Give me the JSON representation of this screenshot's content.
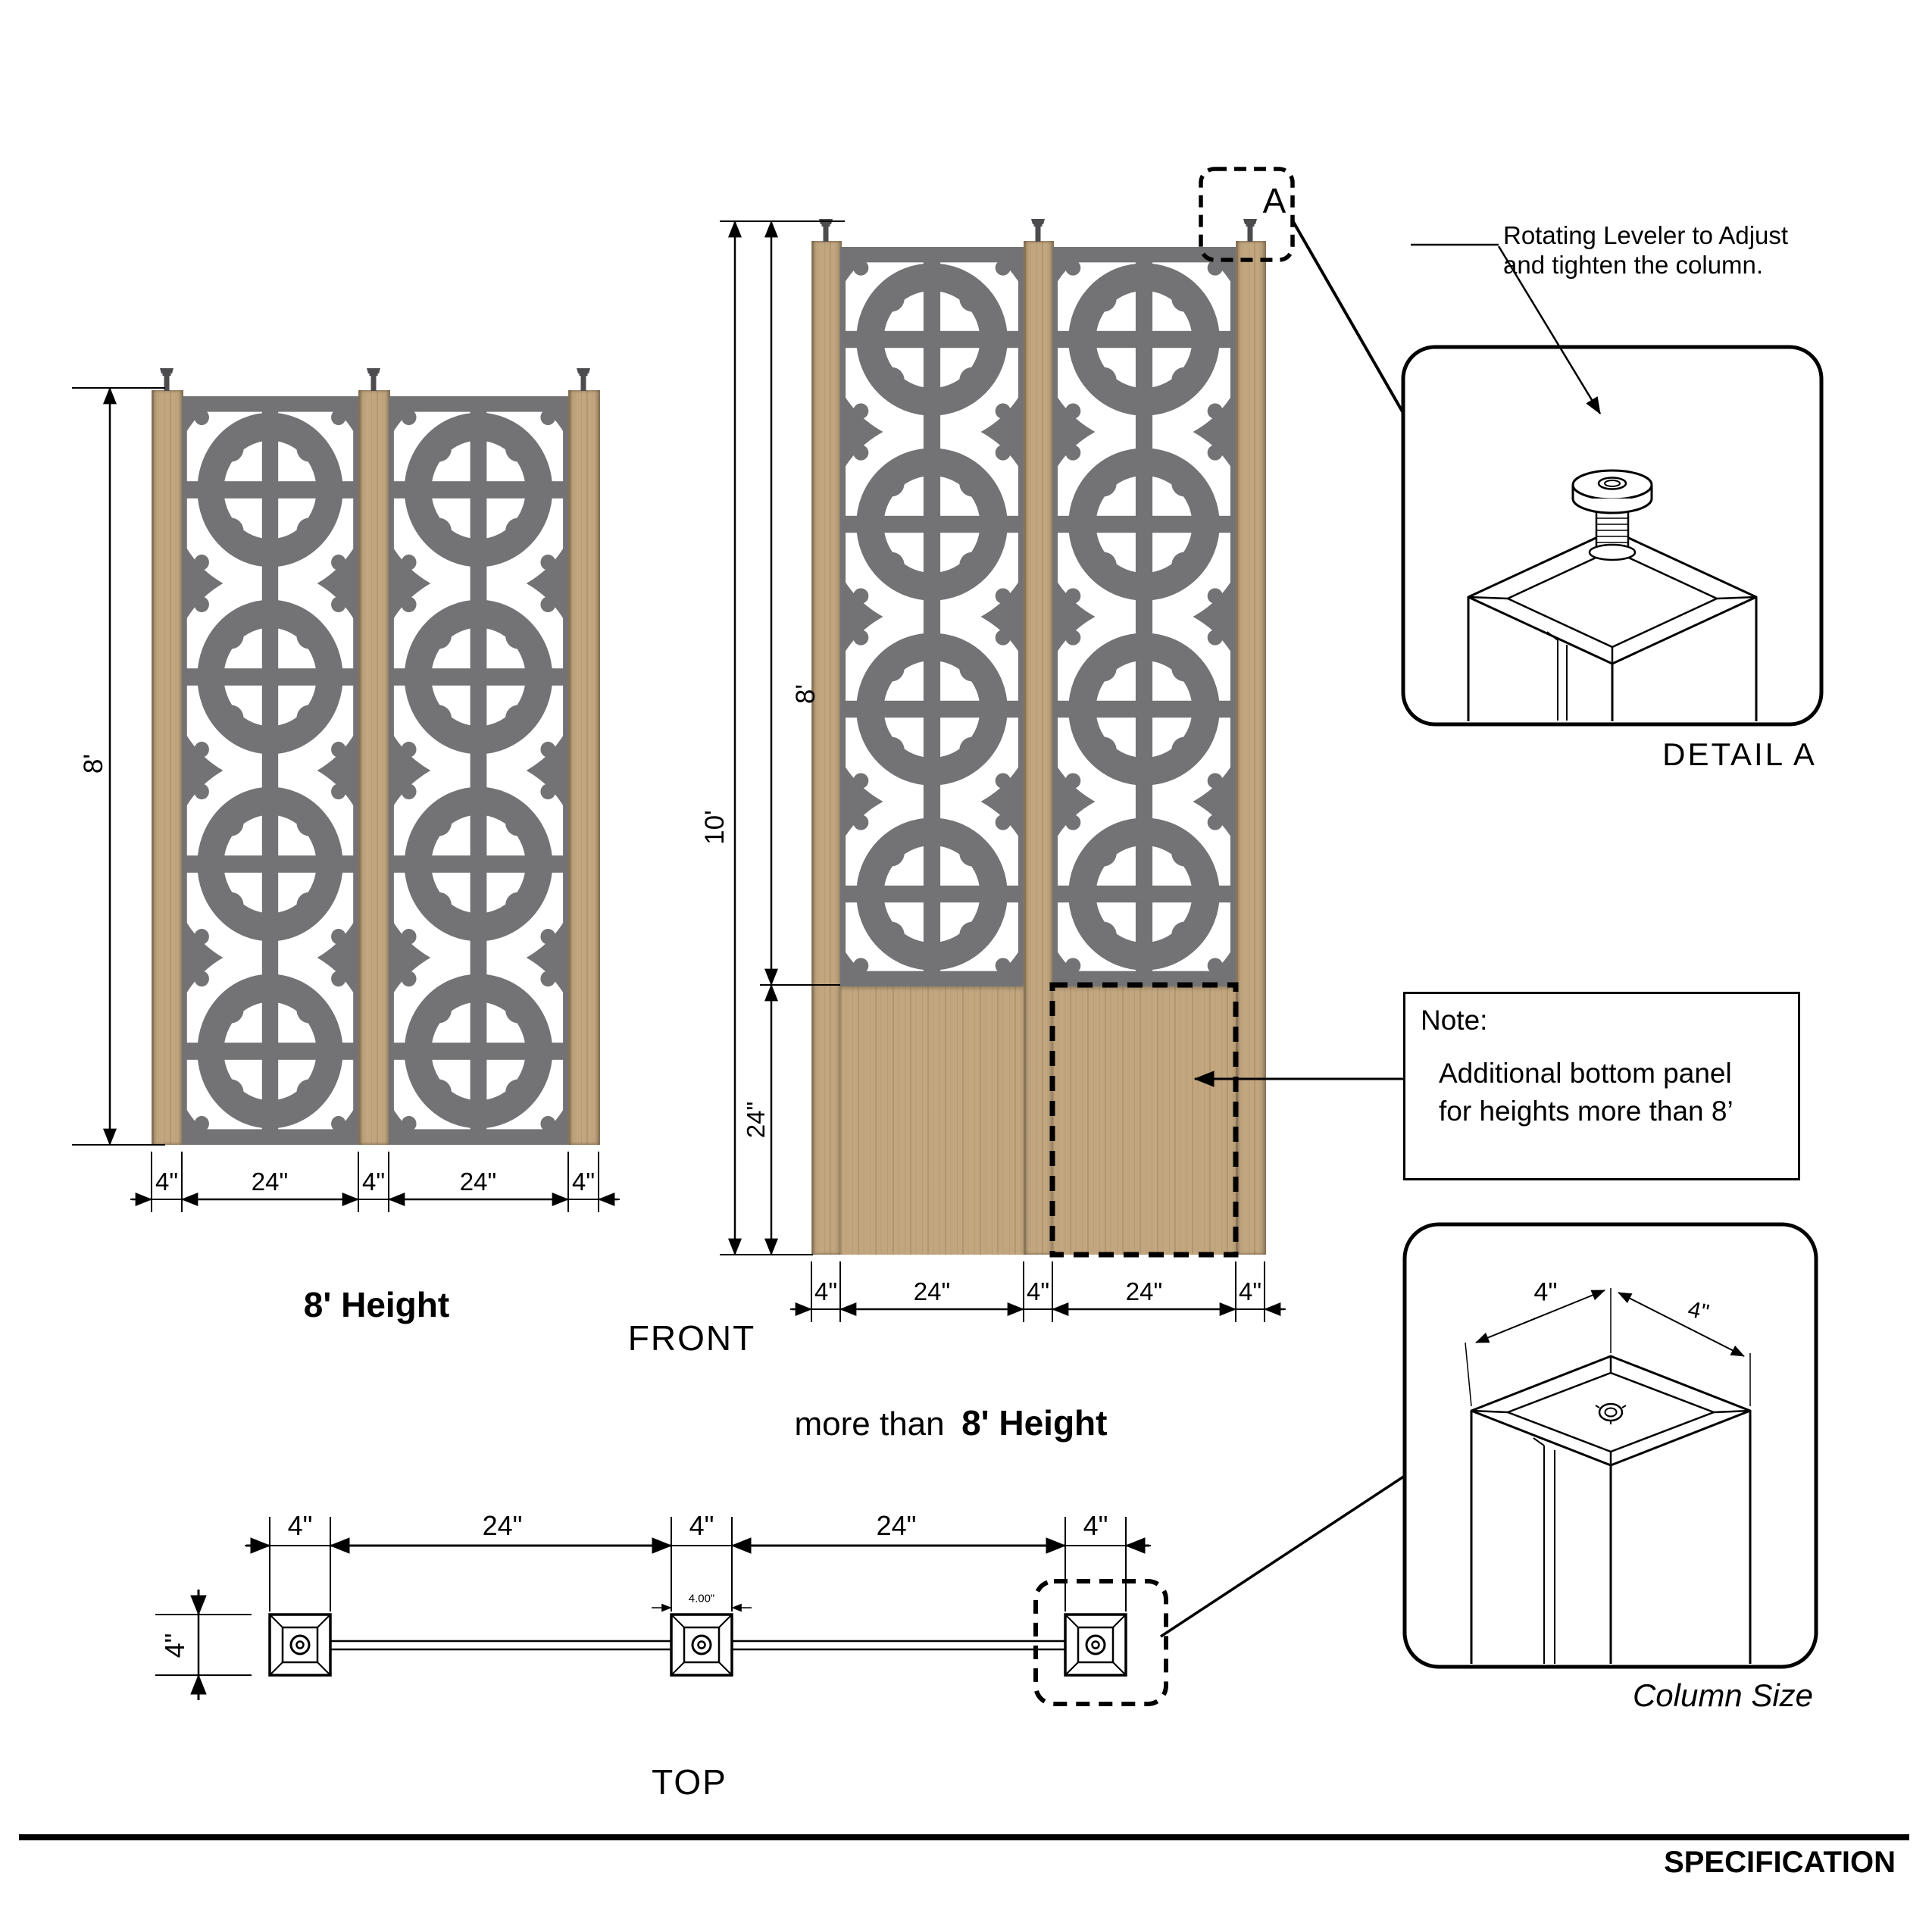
{
  "left_view": {
    "height_dim": "8'",
    "bottom_dims": [
      "4\"",
      "24\"",
      "4\"",
      "24\"",
      "4\""
    ],
    "caption": "8' Height"
  },
  "middle_view": {
    "total_height_dim": "10'",
    "panel_height_dim": "8'",
    "bottom_panel_dim": "24\"",
    "bottom_dims": [
      "4\"",
      "24\"",
      "4\"",
      "24\"",
      "4\""
    ],
    "caption_prefix": "more than",
    "caption_bold": "8' Height",
    "detail_callout": "A"
  },
  "labels": {
    "front": "FRONT",
    "top": "TOP"
  },
  "detail_a": {
    "annotation_line1": "Rotating Leveler to Adjust",
    "annotation_line2": "and tighten the column.",
    "caption": "DETAIL A"
  },
  "note_box": {
    "title": "Note:",
    "line1": "Additional bottom panel",
    "line2": "for heights more than 8’"
  },
  "top_view": {
    "width_dims": [
      "4\"",
      "24\"",
      "4\"",
      "24\"",
      "4\""
    ],
    "depth_dim": "4\"",
    "column_width_dim": "4.00\"",
    "caption": "TOP"
  },
  "column_size_detail": {
    "dim_left": "4\"",
    "dim_right": "4\"",
    "caption": "Column Size"
  },
  "footer": {
    "label": "SPECIFICATION"
  },
  "colors": {
    "panel_grey": "#737375",
    "wood": "#c1a67f",
    "line": "#000000"
  }
}
